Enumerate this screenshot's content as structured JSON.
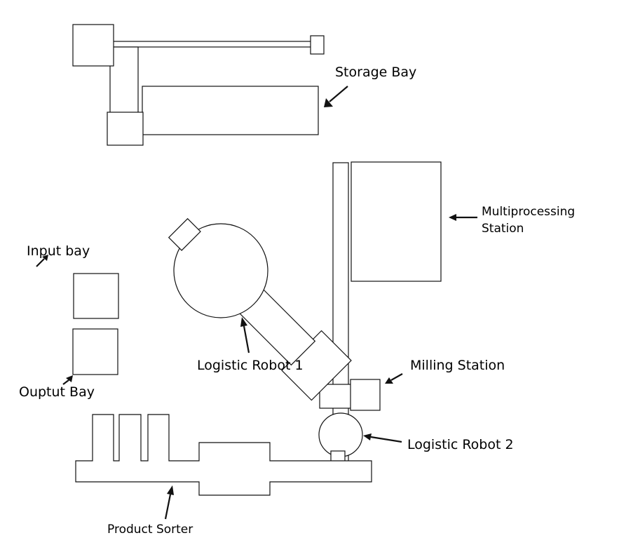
{
  "labels": {
    "storage_bay": "Storage Bay",
    "multiprocessing_line1": "Multiprocessing",
    "multiprocessing_line2": "Station",
    "input_bay": "Input bay",
    "output_bay": "Ouptut Bay",
    "logistic_robot_1": "Logistic Robot 1",
    "milling_station": "Milling Station",
    "logistic_robot_2": "Logistic Robot 2",
    "product_sorter": "Product Sorter"
  },
  "colors": {
    "stroke": "#111111",
    "fill": "#ffffff",
    "text": "#000000"
  }
}
